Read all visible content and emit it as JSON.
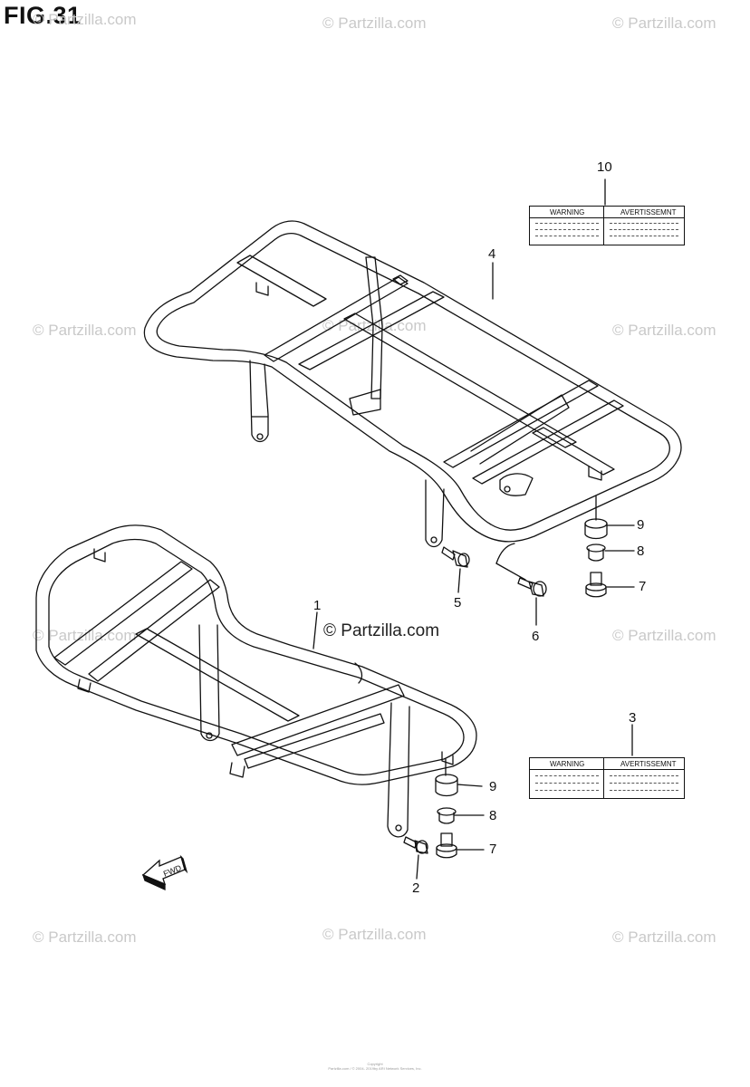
{
  "figure": {
    "title": "FIG.31"
  },
  "watermark": {
    "text": "© Partzilla.com"
  },
  "center_watermark": "© Partzilla.com",
  "callouts": {
    "p1": "1",
    "p2": "2",
    "p3": "3",
    "p4": "4",
    "p5": "5",
    "p6": "6",
    "p7a": "7",
    "p7b": "7",
    "p8a": "8",
    "p8b": "8",
    "p9a": "9",
    "p9b": "9",
    "p10": "10"
  },
  "warning_label": {
    "left_heading": "WARNING",
    "right_heading": "AVERTISSEMNT"
  },
  "fwd_arrow": {
    "text": "FWD"
  },
  "footer": {
    "line1": "Copyright",
    "line2": "Partzilla.com / © 2004- 2019by ARI Network Services, Inc."
  }
}
